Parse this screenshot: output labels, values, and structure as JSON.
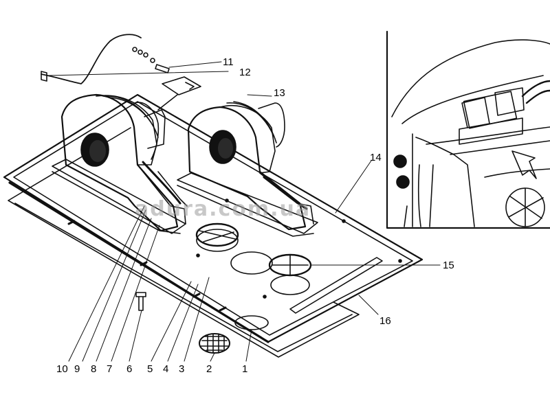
{
  "callouts": {
    "c1": "1",
    "c2": "2",
    "c3": "3",
    "c4": "4",
    "c5": "5",
    "c6": "6",
    "c7": "7",
    "c8": "8",
    "c9": "9",
    "c10": "10",
    "c11": "11",
    "c12": "12",
    "c13": "13",
    "c14": "14",
    "c15": "15",
    "c16": "16"
  },
  "watermark": "adura.com.ua",
  "colors": {
    "ink": "#111111",
    "paper": "#ffffff",
    "watermark": "#9a9a9a"
  }
}
